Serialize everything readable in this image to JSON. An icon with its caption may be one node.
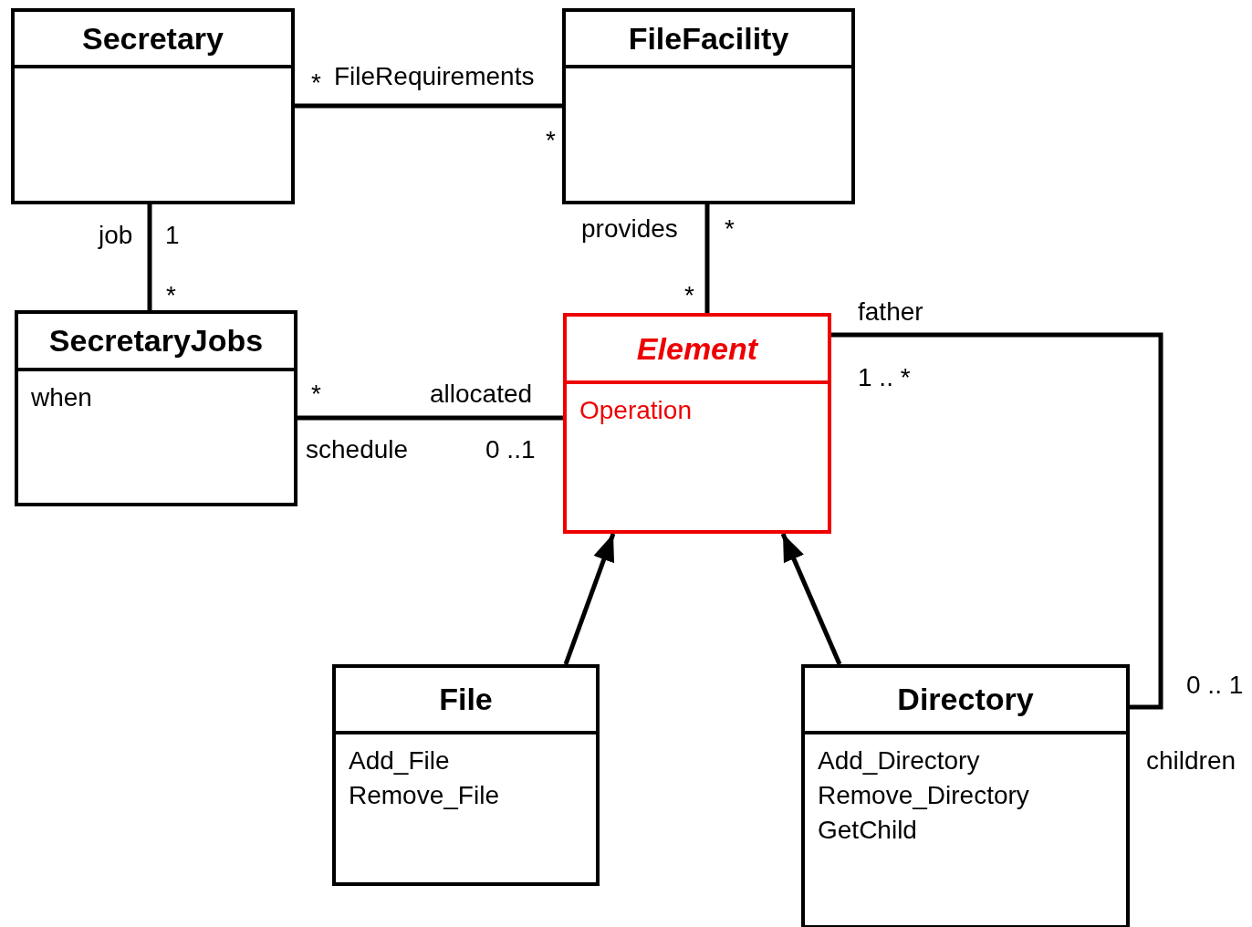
{
  "diagram": {
    "nodes": [
      {
        "text": [
          "Secretary"
        ]
      },
      {
        "text": [
          "FileFacility"
        ]
      },
      {
        "text": [
          "SecretaryJobs",
          "when"
        ]
      },
      {
        "text": [
          "Element",
          "Operation"
        ]
      },
      {
        "text": [
          "File",
          "Add_File",
          "Remove_File"
        ]
      },
      {
        "text": [
          "Directory",
          "Add_Directory",
          "Remove_Directory",
          "GetChild"
        ]
      }
    ],
    "edges": [
      {
        "from": 0,
        "to": 1,
        "arrow": "none",
        "label": "FileRequirements"
      },
      {
        "from": 0,
        "to": 2,
        "arrow": "none",
        "label": "job"
      },
      {
        "from": 1,
        "to": 3,
        "arrow": "none",
        "label": "provides"
      },
      {
        "from": 2,
        "to": 3,
        "arrow": "none",
        "label": "allocated"
      },
      {
        "from": 4,
        "to": 3,
        "arrow": "to"
      },
      {
        "from": 5,
        "to": 3,
        "arrow": "to"
      },
      {
        "from": 3,
        "to": 5,
        "arrow": "none",
        "label": "father"
      }
    ],
    "labels": [
      "*",
      "*",
      "1",
      "*",
      "*",
      "*",
      "1 .. *",
      "*",
      "schedule",
      "0 ..1",
      "0 .. 1",
      "children"
    ]
  }
}
